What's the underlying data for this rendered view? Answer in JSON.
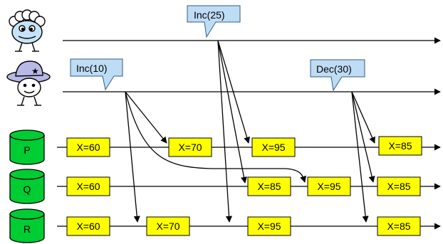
{
  "colors": {
    "callout_fill": "#bfdcf5",
    "callout_stroke": "#2e5e8e",
    "box_fill": "#ffff00",
    "box_stroke": "#000000",
    "db_fill": "#00cc33",
    "line": "#000000"
  },
  "clients": [
    {
      "name": "client-1-icon"
    },
    {
      "name": "client-2-icon"
    }
  ],
  "operations": [
    {
      "id": "op-inc10",
      "label": "Inc(10)"
    },
    {
      "id": "op-inc25",
      "label": "Inc(25)"
    },
    {
      "id": "op-dec30",
      "label": "Dec(30)"
    }
  ],
  "replicas": [
    {
      "id": "P",
      "label": "P",
      "states": [
        "X=60",
        "X=70",
        "X=95",
        "X=85"
      ]
    },
    {
      "id": "Q",
      "label": "Q",
      "states": [
        "X=60",
        "X=85",
        "X=95",
        "X=85"
      ]
    },
    {
      "id": "R",
      "label": "R",
      "states": [
        "X=60",
        "X=70",
        "X=95",
        "X=85"
      ]
    }
  ]
}
